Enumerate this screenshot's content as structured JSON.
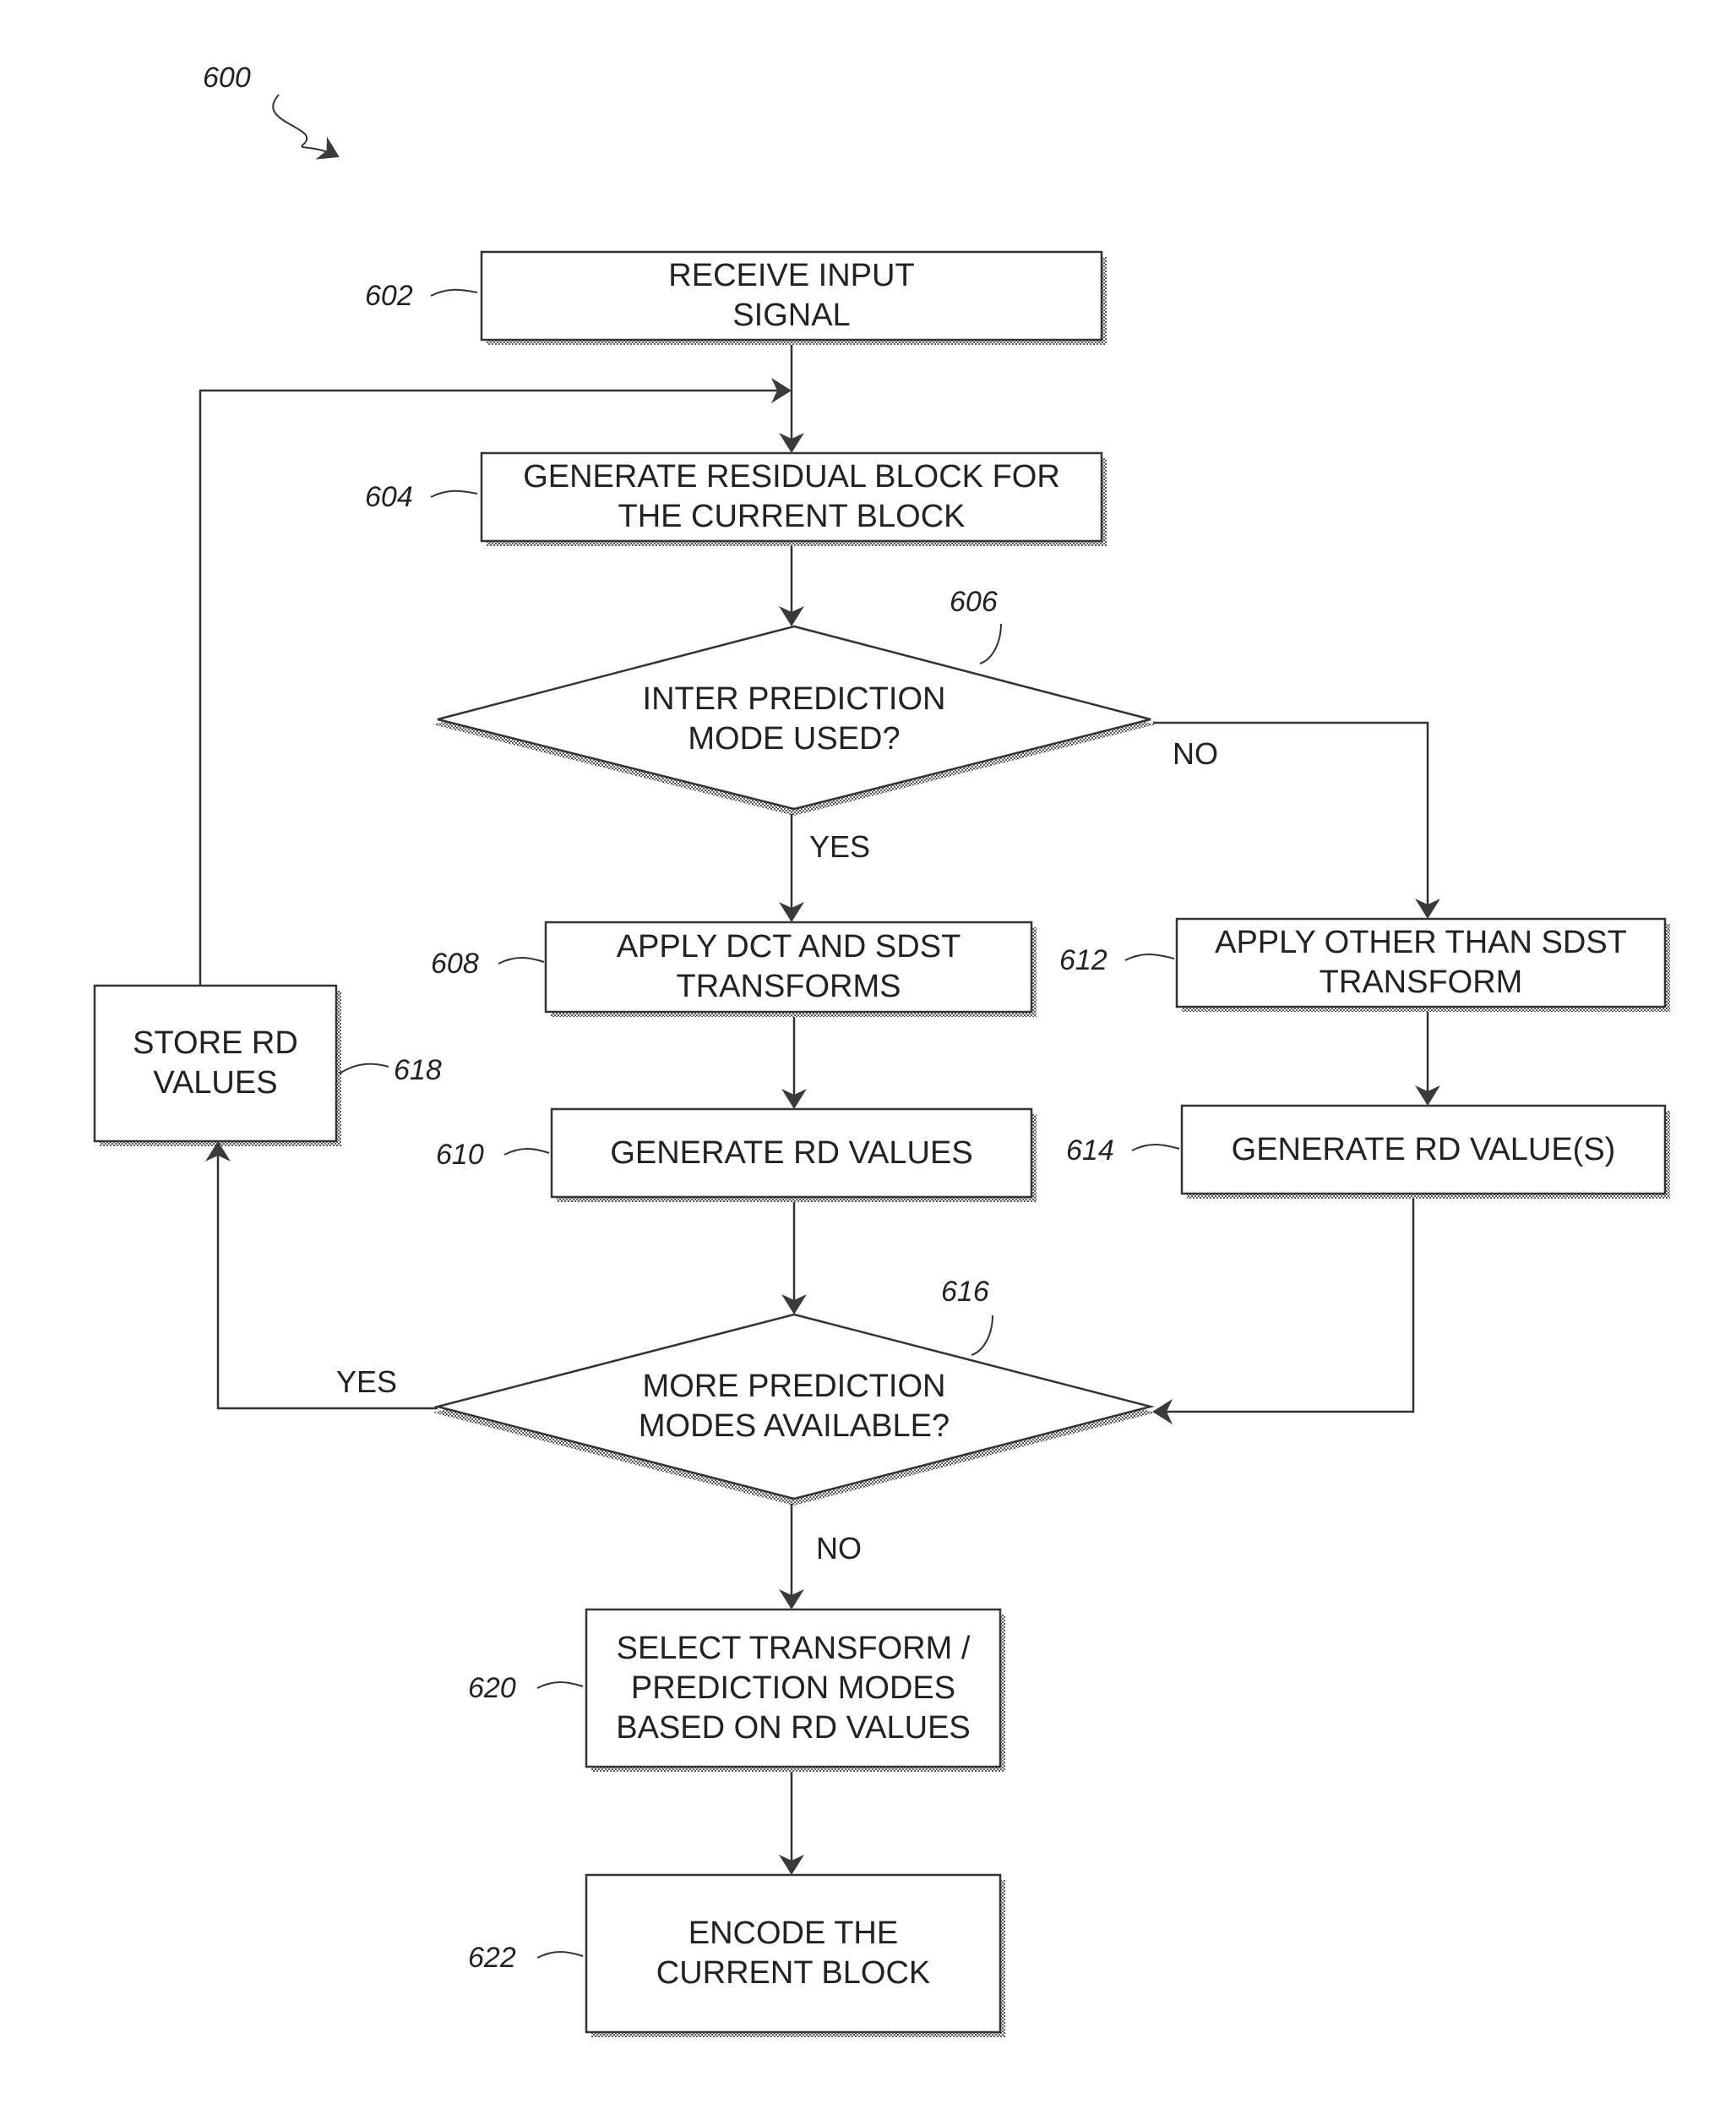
{
  "figure_number": "600",
  "nodes": {
    "n602": {
      "ref": "602",
      "lines": [
        "RECEIVE INPUT",
        "SIGNAL"
      ]
    },
    "n604": {
      "ref": "604",
      "lines": [
        "GENERATE RESIDUAL BLOCK FOR",
        "THE CURRENT BLOCK"
      ]
    },
    "n606": {
      "ref": "606",
      "lines": [
        "INTER PREDICTION",
        "MODE USED?"
      ]
    },
    "n608": {
      "ref": "608",
      "lines": [
        "APPLY DCT AND SDST",
        "TRANSFORMS"
      ]
    },
    "n610": {
      "ref": "610",
      "lines": [
        "GENERATE RD VALUES"
      ]
    },
    "n612": {
      "ref": "612",
      "lines": [
        "APPLY OTHER THAN SDST",
        "TRANSFORM"
      ]
    },
    "n614": {
      "ref": "614",
      "lines": [
        "GENERATE RD VALUE(S)"
      ]
    },
    "n616": {
      "ref": "616",
      "lines": [
        "MORE PREDICTION",
        "MODES AVAILABLE?"
      ]
    },
    "n618": {
      "ref": "618",
      "lines": [
        "STORE RD",
        "VALUES"
      ]
    },
    "n620": {
      "ref": "620",
      "lines": [
        "SELECT TRANSFORM /",
        "PREDICTION MODES",
        "BASED ON RD VALUES"
      ]
    },
    "n622": {
      "ref": "622",
      "lines": [
        "ENCODE THE",
        "CURRENT BLOCK"
      ]
    }
  },
  "branches": {
    "d606_yes": "YES",
    "d606_no": "NO",
    "d616_yes": "YES",
    "d616_no": "NO"
  }
}
